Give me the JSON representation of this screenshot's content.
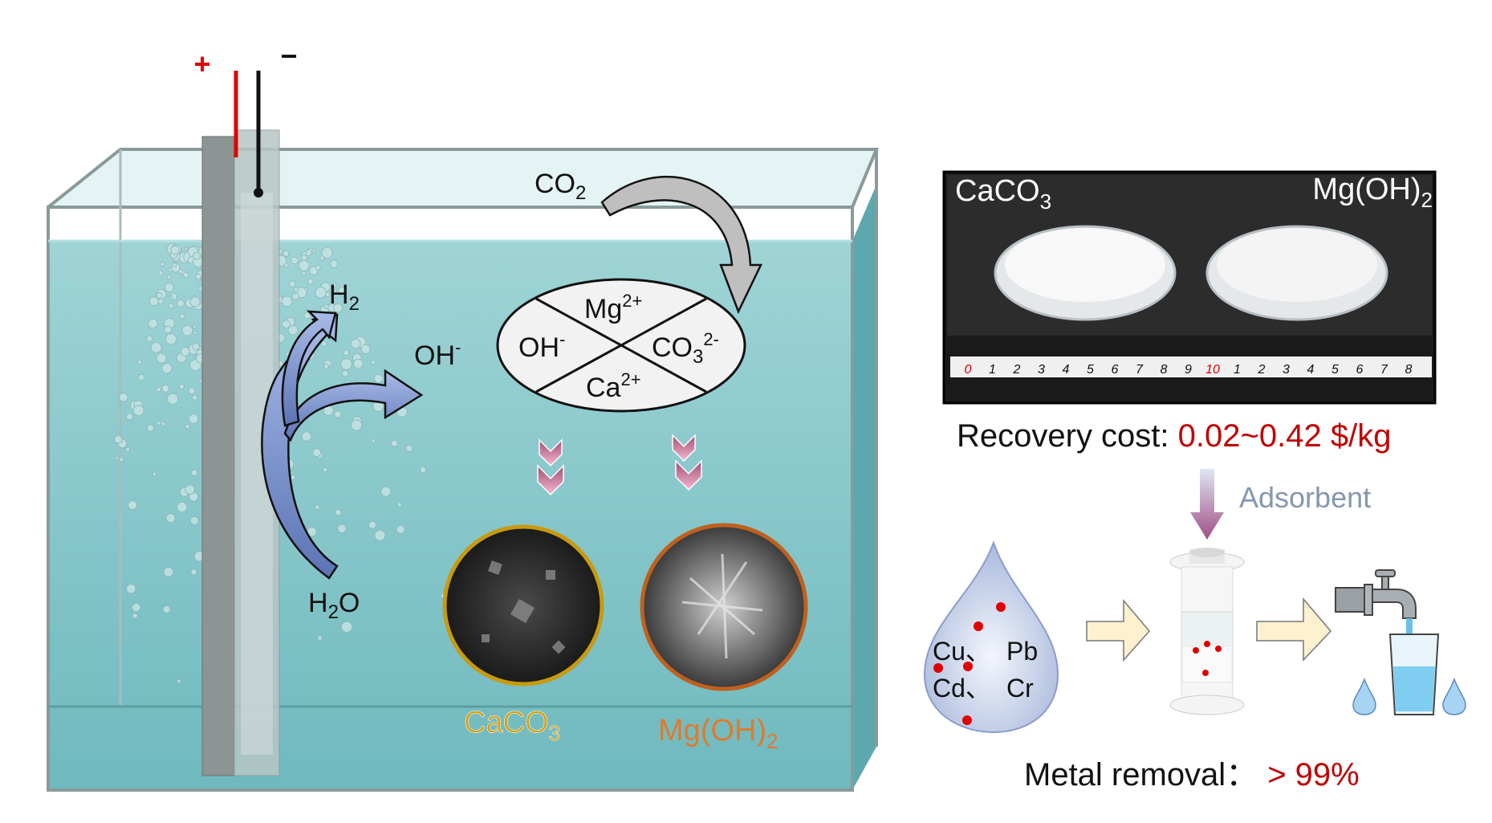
{
  "electrodes": {
    "positive": "+",
    "negative": "−"
  },
  "tank": {
    "co2": {
      "base": "CO",
      "sub": "2"
    },
    "h2": {
      "base": "H",
      "sub": "2"
    },
    "oh": {
      "base": "OH",
      "sup": "-"
    },
    "h2o": {
      "base": "H",
      "sub": "2",
      "tail": "O"
    },
    "ions": {
      "mg": {
        "base": "Mg",
        "sup": "2+"
      },
      "oh": {
        "base": "OH",
        "sup": "-"
      },
      "co3": {
        "base": "CO",
        "sub": "3",
        "sup": "2-"
      },
      "ca": {
        "base": "Ca",
        "sup": "2+"
      }
    },
    "products": {
      "caco3": {
        "base": "CaCO",
        "sub": "3",
        "color": "#d4a017"
      },
      "mgoh2": {
        "base": "Mg(OH)",
        "sub": "2",
        "color": "#e07a2e"
      }
    }
  },
  "photo": {
    "left_label": {
      "base": "CaCO",
      "sub": "3"
    },
    "right_label": {
      "base": "Mg(OH)",
      "sub": "2"
    },
    "ruler": [
      "0",
      "1",
      "2",
      "3",
      "4",
      "5",
      "6",
      "7",
      "8",
      "9",
      "10",
      "1",
      "2",
      "3",
      "4",
      "5",
      "6",
      "7",
      "8"
    ]
  },
  "recovery": {
    "label": "Recovery cost: ",
    "value": "0.02~0.42 $/kg",
    "value_color": "#c00000"
  },
  "adsorbent_label": "Adsorbent",
  "droplet": {
    "line1a": "Cu、",
    "line1b": "Pb",
    "line2a": "Cd、",
    "line2b": "Cr"
  },
  "removal": {
    "label": "Metal removal：",
    "value": "> 99%",
    "value_color": "#c00000"
  },
  "colors": {
    "water": "#7fc4c8",
    "arrow_blue": "#7e97cf",
    "red": "#e00000"
  }
}
